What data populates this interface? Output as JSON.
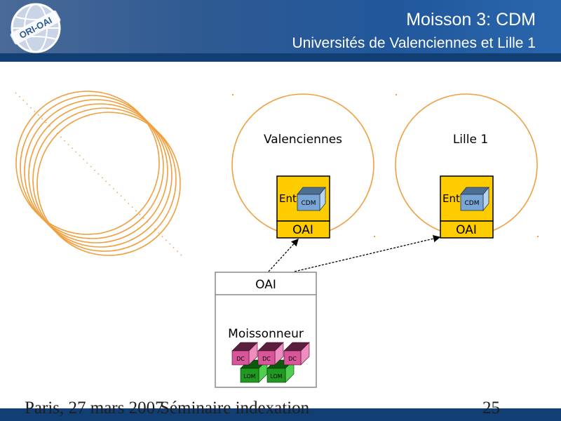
{
  "header": {
    "logo_text": "ORI-OAI",
    "title": "Moisson 3: CDM",
    "subtitle": "Universités de Valenciennes et Lille 1"
  },
  "diagram": {
    "sites": [
      {
        "name": "Valenciennes",
        "entrepot_label": "Ent",
        "entrepot_tail": "t",
        "cube_label": "CDM",
        "oai_label": "OAI"
      },
      {
        "name": "Lille 1",
        "entrepot_label": "Ent",
        "entrepot_tail": "t",
        "cube_label": "CDM",
        "oai_label": "OAI"
      }
    ],
    "harvester": {
      "oai_label": "OAI",
      "name": "Moissonneur",
      "dc_cubes": [
        "DC",
        "DC",
        "DC"
      ],
      "lom_cubes": [
        "LOM",
        "LOM"
      ]
    },
    "colors": {
      "ring": "#f0a040",
      "entrepot": "#ffcc00",
      "cdm_cube": "#7aa6d6",
      "dc_cube": "#d9559a",
      "lom_cube": "#1f9a1f"
    }
  },
  "footer": {
    "location_date": "Paris, 27 mars 2007",
    "event": "Séminaire indexation",
    "page_number": "25"
  }
}
